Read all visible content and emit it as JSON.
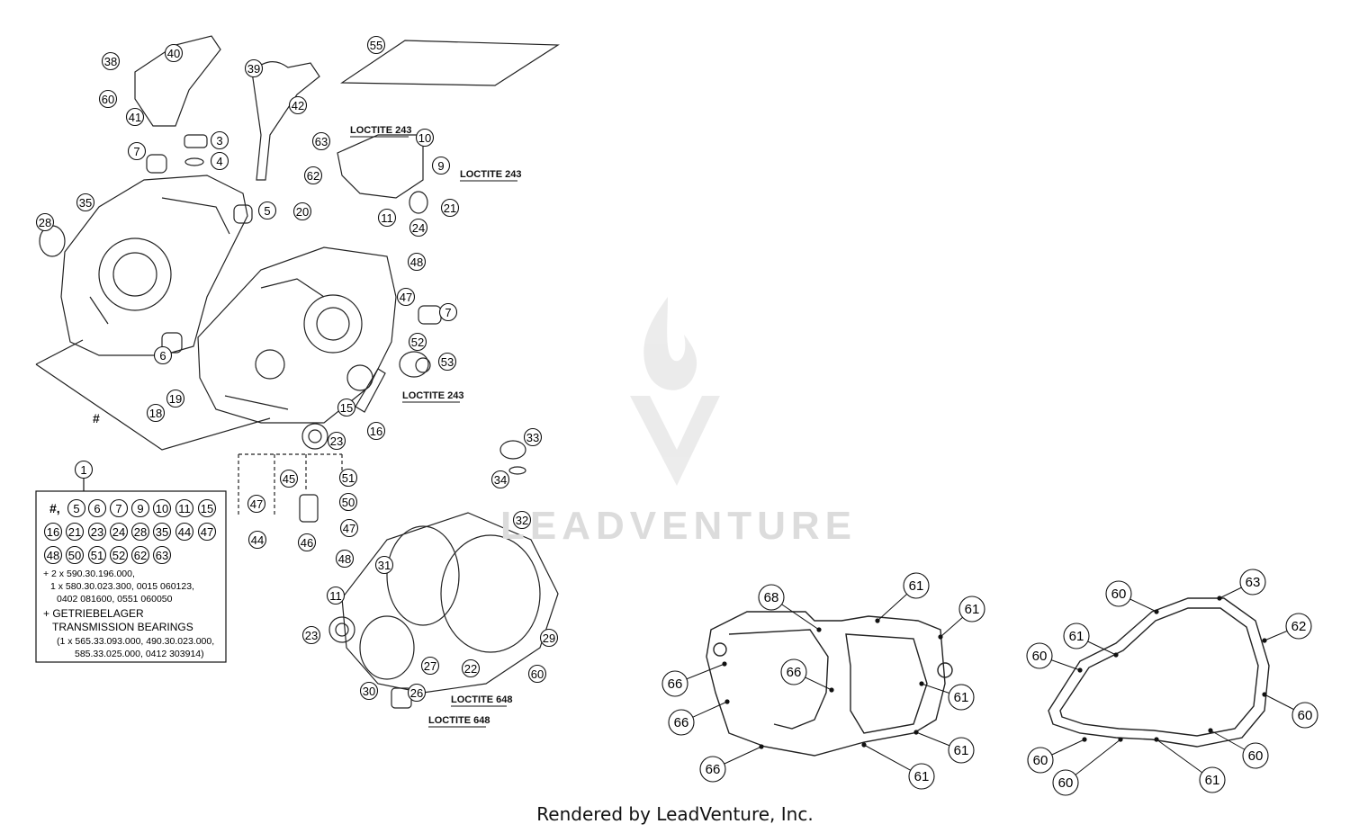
{
  "callouts": [
    "38",
    "40",
    "39",
    "55",
    "60",
    "41",
    "42",
    "3",
    "4",
    "7",
    "63",
    "10",
    "9",
    "62",
    "11",
    "24",
    "21",
    "35",
    "5",
    "28",
    "20",
    "48",
    "47",
    "7",
    "6",
    "52",
    "53",
    "19",
    "18",
    "23",
    "15",
    "16",
    "33",
    "34",
    "1",
    "45",
    "51",
    "47",
    "50",
    "47",
    "44",
    "46",
    "48",
    "32",
    "31",
    "11",
    "23",
    "29",
    "27",
    "22",
    "60",
    "30",
    "26"
  ],
  "notes": {
    "loctite_243_a": "LOCTITE 243",
    "loctite_243_b": "LOCTITE 243",
    "loctite_243_c": "LOCTITE 243",
    "loctite_648_a": "LOCTITE 648",
    "loctite_648_b": "LOCTITE 648",
    "hash": "#"
  },
  "kit_box": {
    "hash_prefix": "#,",
    "row1": [
      "5",
      "6",
      "7",
      "9",
      "10",
      "11",
      "15"
    ],
    "row2": [
      "16",
      "21",
      "23",
      "24",
      "28",
      "35",
      "44",
      "47"
    ],
    "row3": [
      "48",
      "50",
      "51",
      "52",
      "62",
      "63"
    ],
    "line1": "+ 2 x 590.30.196.000,",
    "line2": "1 x 580.30.023.300, 0015 060123,",
    "line3": "0402 081600, 0551 060050",
    "line4": "+ GETRIEBELAGER",
    "line5": "TRANSMISSION BEARINGS",
    "line6": "(1 x 565.33.093.000, 490.30.023.000,",
    "line7": "585.33.025.000, 0412 303914)"
  },
  "gasket_left_callouts": [
    "68",
    "61",
    "61",
    "66",
    "66",
    "61",
    "66",
    "61",
    "66",
    "61"
  ],
  "gasket_right_callouts": [
    "60",
    "63",
    "62",
    "61",
    "60",
    "60",
    "60",
    "60",
    "61",
    "60"
  ],
  "watermark": "LEADVENTURE",
  "credit": "Rendered by LeadVenture, Inc."
}
